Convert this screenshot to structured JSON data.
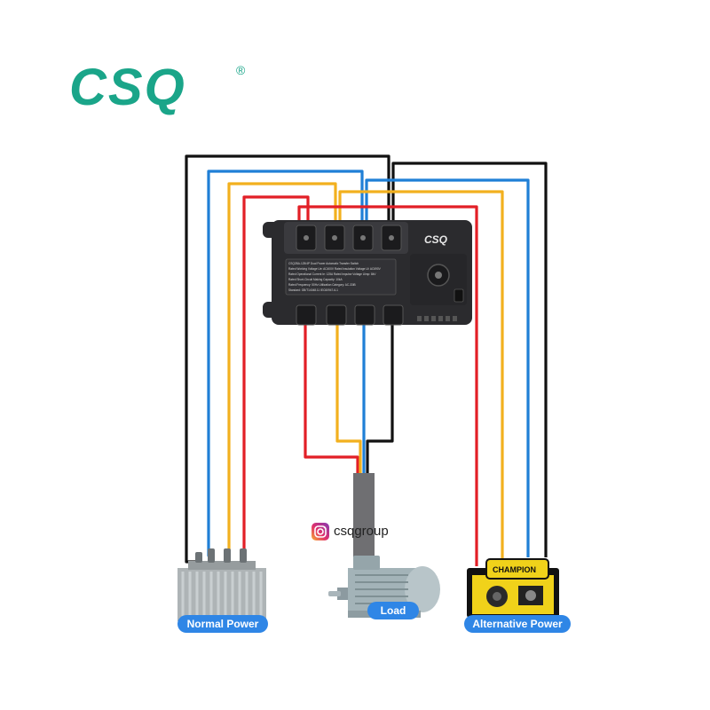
{
  "brand": {
    "logo_text": "CSQ",
    "trademark": "®",
    "color": "#1aa589"
  },
  "device": {
    "brand_label": "CSQ",
    "label_plate_lines": [
      "CSQ2BA-125/4P Dual Power Automatic Transfer Switch",
      "Rated Working Voltage Ue: AC400V   Rated Insulation Voltage Ui: AC690V",
      "Rated Operational Current Ie: 125A   Rated Impulse Voltage Uimp: 8kV",
      "Rated Short-Circuit Making Capacity: 10kA",
      "Rated Frequency: 50Hz   Utilization Category: AC-33iB",
      "Standard: GB/T14048.11 IEC60947-6-1"
    ]
  },
  "social": {
    "handle": "csqgroup",
    "icon": "instagram-icon"
  },
  "labels": {
    "normal_power": "Normal Power",
    "load": "Load",
    "alternative_power": "Alternative Power"
  },
  "generator": {
    "brand_text": "CHAMPION"
  },
  "colors": {
    "wire_black": "#111111",
    "wire_blue": "#1f7fd6",
    "wire_yellow": "#f2b01e",
    "wire_red": "#e21f26",
    "pill_blue": "#2f86e6",
    "device_body": "#2b2b2e"
  }
}
